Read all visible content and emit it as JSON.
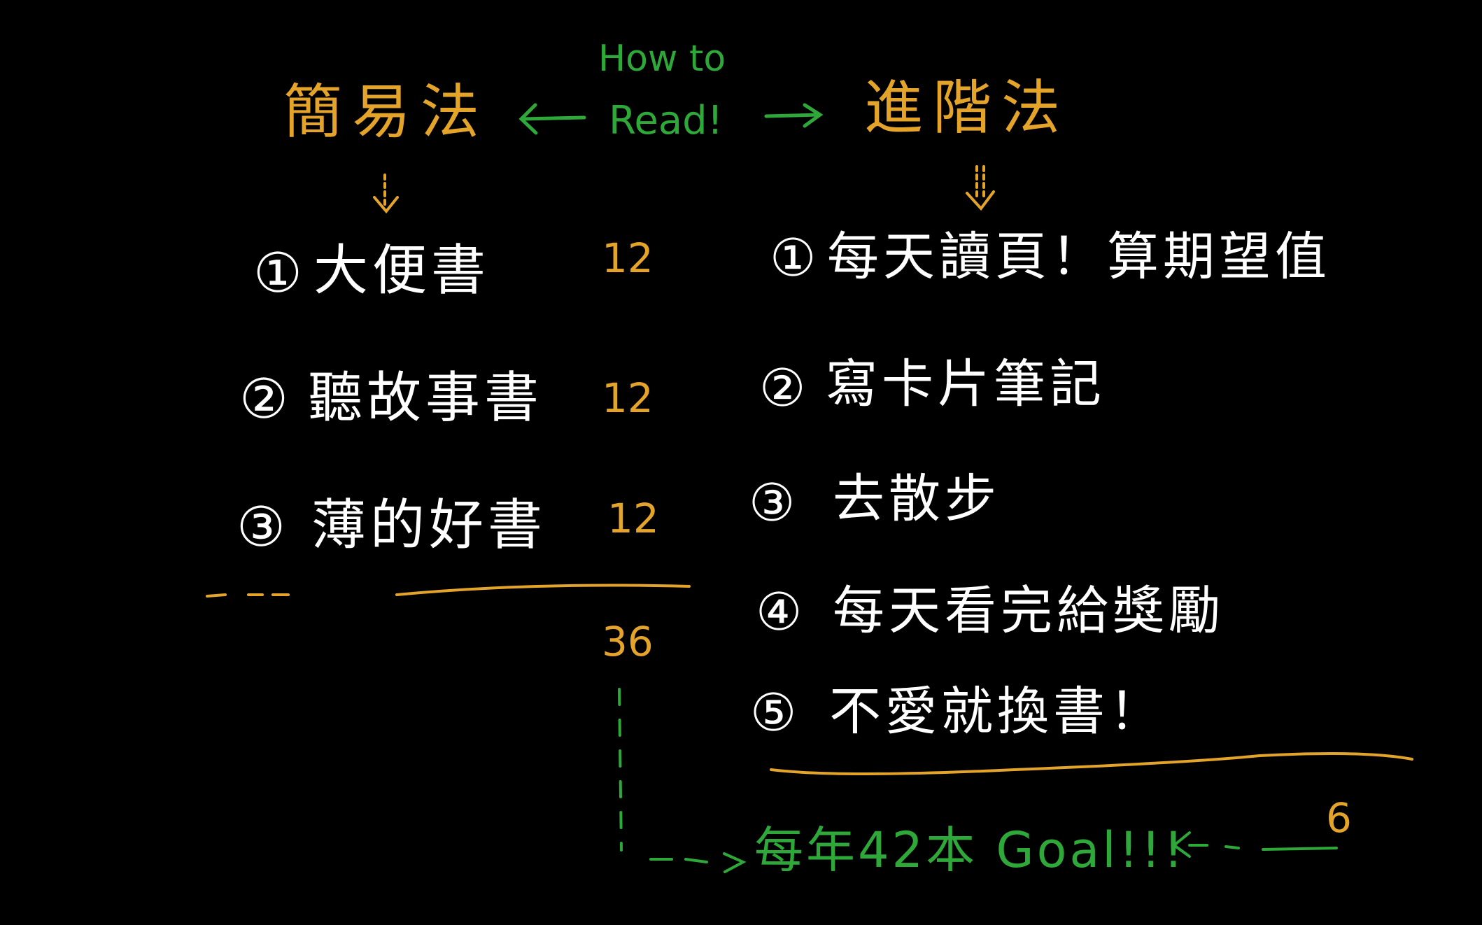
{
  "how_to": "How to",
  "read": "Read!",
  "simple": {
    "title": "簡易法",
    "items": [
      {
        "marker": "①",
        "label": "大便書",
        "count": "12"
      },
      {
        "marker": "②",
        "label": "聽故事書",
        "count": "12"
      },
      {
        "marker": "③",
        "label": "薄的好書",
        "count": "12"
      }
    ],
    "total": "36"
  },
  "advanced": {
    "title": "進階法",
    "items": [
      {
        "marker": "①",
        "label": "每天讀頁！算期望值"
      },
      {
        "marker": "②",
        "label": "寫卡片筆記"
      },
      {
        "marker": "③",
        "label": "去散步"
      },
      {
        "marker": "④",
        "label": "每天看完給獎勵"
      },
      {
        "marker": "⑤",
        "label": "不愛就換書！"
      }
    ],
    "total": "6"
  },
  "goal": "每年42本 Goal!!!",
  "colors": {
    "yellow": "#e4a429",
    "green": "#2fa83a",
    "white": "#ffffff",
    "background": "#000000"
  }
}
